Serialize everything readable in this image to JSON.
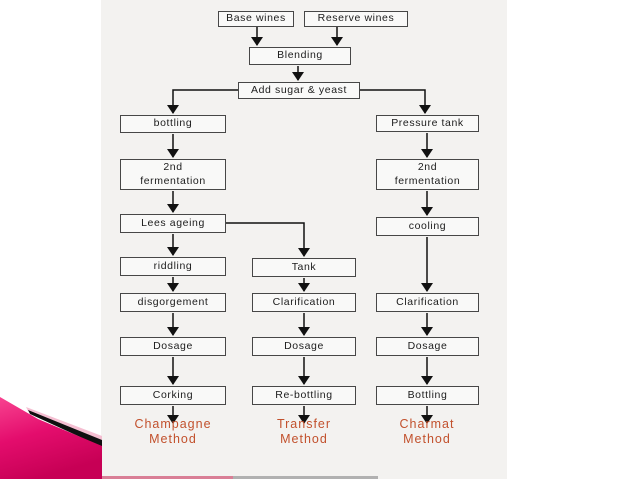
{
  "slide": {
    "background": "#ffffff"
  },
  "colors": {
    "panel_bg": "#f3f2f0",
    "box_border": "#474747",
    "box_text": "#1c1c1c",
    "arrow": "#111111",
    "method_label": "#c2512d",
    "wedge_pink_top": "#f84390",
    "wedge_pink_mid": "#e40d6d",
    "wedge_pink_bottom": "#c70055",
    "wedge_stripe_black": "#101010",
    "wedge_stripe_light": "#f5bfd2",
    "bottom_line_pink": "#d97f96",
    "bottom_line_gray": "#b1b1b1"
  },
  "flowchart": {
    "nodes": {
      "base_wines": "Base wines",
      "reserve_wines": "Reserve wines",
      "blending": "Blending",
      "add_sugar_yeast": "Add sugar & yeast",
      "bottling": "bottling",
      "pressure_tank": "Pressure tank",
      "second_fermentation_left": "2nd\nfermentation",
      "second_fermentation_right": "2nd\nfermentation",
      "lees_ageing": "Lees ageing",
      "cooling": "cooling",
      "riddling": "riddling",
      "tank": "Tank",
      "disgorgement": "disgorgement",
      "clarification_mid": "Clarification",
      "clarification_right": "Clarification",
      "dosage_left": "Dosage",
      "dosage_mid": "Dosage",
      "dosage_right": "Dosage",
      "corking": "Corking",
      "re_bottling": "Re-bottling",
      "bottling_right": "Bottling"
    },
    "methods": {
      "champagne": "Champagne\nMethod",
      "transfer": "Transfer\nMethod",
      "charmat": "Charmat\nMethod"
    }
  }
}
